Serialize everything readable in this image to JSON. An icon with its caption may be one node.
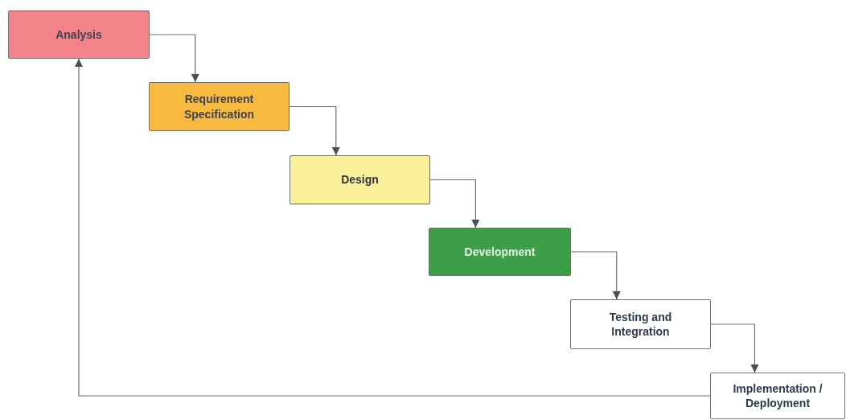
{
  "diagram": {
    "nodes": [
      {
        "text": [
          "Analysis"
        ]
      },
      {
        "text": [
          "Requirement Specification"
        ]
      },
      {
        "text": [
          "Design"
        ]
      },
      {
        "text": [
          "Development"
        ]
      },
      {
        "text": [
          "Testing and Integration"
        ]
      },
      {
        "text": [
          "Implementation / Deployment"
        ]
      }
    ],
    "edges": [
      {
        "from": 0,
        "to": 1,
        "arrow": "to"
      },
      {
        "from": 1,
        "to": 2,
        "arrow": "to"
      },
      {
        "from": 2,
        "to": 3,
        "arrow": "to"
      },
      {
        "from": 3,
        "to": 4,
        "arrow": "to"
      },
      {
        "from": 4,
        "to": 5,
        "arrow": "to"
      },
      {
        "from": 5,
        "to": 0,
        "arrow": "to"
      }
    ]
  }
}
